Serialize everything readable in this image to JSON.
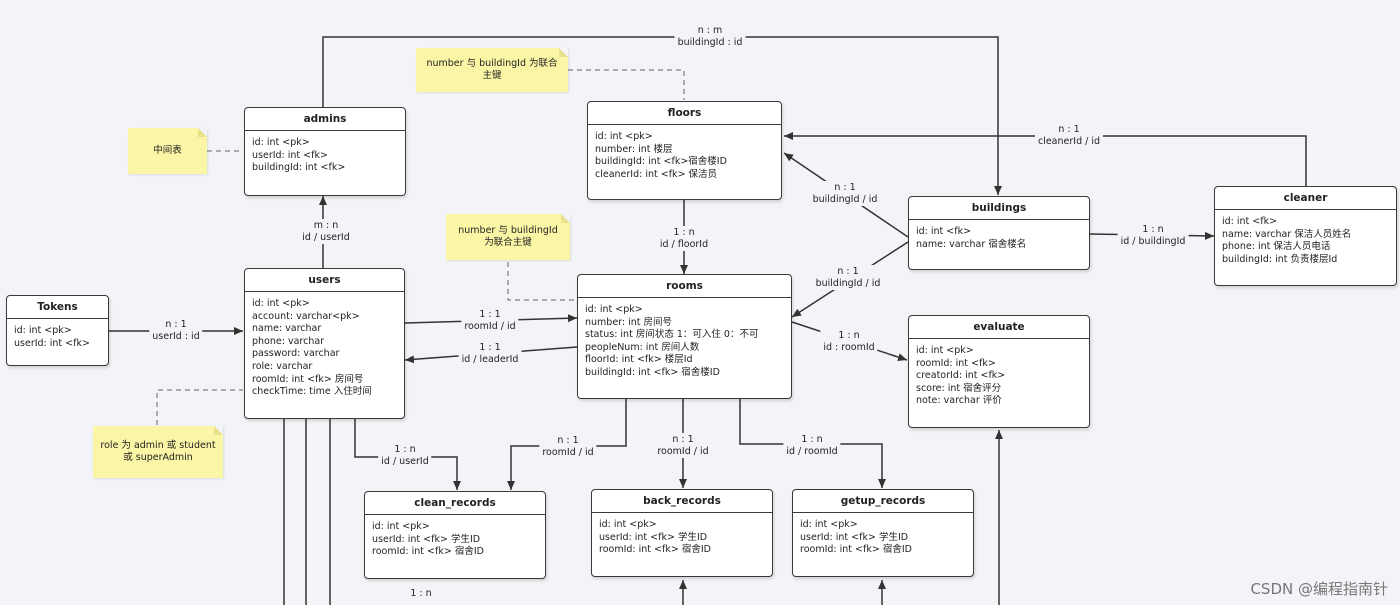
{
  "entities": {
    "admins": {
      "title": "admins",
      "fields": [
        "id: int <pk>",
        "userId: int <fk>",
        "buildingId: int <fk>"
      ]
    },
    "floors": {
      "title": "floors",
      "fields": [
        "id: int <pk>",
        "number: int 楼层",
        "buildingId: int <fk>宿舍楼ID",
        "cleanerId: int <fk> 保洁员"
      ]
    },
    "users": {
      "title": "users",
      "fields": [
        "id: int <pk>",
        "account: varchar<pk>",
        "name: varchar",
        "phone: varchar",
        "password: varchar",
        "role: varchar",
        "roomId: int <fk> 房间号",
        "checkTime: time 入住时间"
      ]
    },
    "tokens": {
      "title": "Tokens",
      "fields": [
        "id: int <pk>",
        "userId: int <fk>"
      ]
    },
    "rooms": {
      "title": "rooms",
      "fields": [
        "id: int <pk>",
        "number: int 房间号",
        "status: int 房间状态 1：可入住 0：不可",
        "peopleNum: int 房间人数",
        "floorId: int <fk> 楼层Id",
        "buildingId: int <fk> 宿舍楼ID"
      ]
    },
    "buildings": {
      "title": "buildings",
      "fields": [
        "id: int <fk>",
        "name: varchar 宿舍楼名"
      ]
    },
    "cleaner": {
      "title": "cleaner",
      "fields": [
        "id: int <fk>",
        "name: varchar 保洁人员姓名",
        "phone: int 保洁人员电话",
        "buildingId: int 负责楼层Id"
      ]
    },
    "evaluate": {
      "title": "evaluate",
      "fields": [
        "id: int <pk>",
        "roomId: int <fk>",
        "creatorId: int <fk>",
        "score: int 宿舍评分",
        "note: varchar 评价"
      ]
    },
    "clean_records": {
      "title": "clean_records",
      "fields": [
        "id: int <pk>",
        "userId: int <fk> 学生ID",
        "roomId: int <fk> 宿舍ID"
      ]
    },
    "back_records": {
      "title": "back_records",
      "fields": [
        "id: int <pk>",
        "userId: int <fk> 学生ID",
        "roomId: int <fk> 宿舍ID"
      ]
    },
    "getup_records": {
      "title": "getup_records",
      "fields": [
        "id: int <pk>",
        "userId: int <fk> 学生ID",
        "roomId: int <fk> 宿舍ID"
      ]
    }
  },
  "relations": {
    "admins_buildings": {
      "card": "n : m",
      "key": "buildingId : id"
    },
    "admins_users": {
      "card": "m : n",
      "key": "id / userId"
    },
    "tokens_users": {
      "card": "n : 1",
      "key": "userId : id"
    },
    "users_rooms": {
      "card": "1 : 1",
      "key": "roomId / id"
    },
    "rooms_users": {
      "card": "1 : 1",
      "key": "id / leaderId"
    },
    "floors_rooms": {
      "card": "1 : n",
      "key": "id / floorId"
    },
    "buildings_floors": {
      "card": "n : 1",
      "key": "buildingId / id"
    },
    "buildings_rooms": {
      "card": "n : 1",
      "key": "buildingId / id"
    },
    "cleaner_floors": {
      "card": "n : 1",
      "key": "cleanerId / id"
    },
    "buildings_cleaner": {
      "card": "1 : n",
      "key": "id / buildingId"
    },
    "rooms_evaluate": {
      "card": "1 : n",
      "key": "id : roomId"
    },
    "users_clean": {
      "card": "1 : n",
      "key": "id / userId"
    },
    "rooms_clean": {
      "card": "n : 1",
      "key": "roomId / id"
    },
    "rooms_back": {
      "card": "n : 1",
      "key": "roomId / id"
    },
    "rooms_getup": {
      "card": "1 : n",
      "key": "id / roomId"
    },
    "bottom": {
      "card": "1 : n"
    }
  },
  "notes": {
    "floors_note": "number 与 buildingId 为联合主键",
    "rooms_note": "number 与 buildingId 为联合主键",
    "admins_note": "中间表",
    "users_note": "role 为 admin 或 student 或 superAdmin"
  },
  "watermark": "CSDN @编程指南针"
}
